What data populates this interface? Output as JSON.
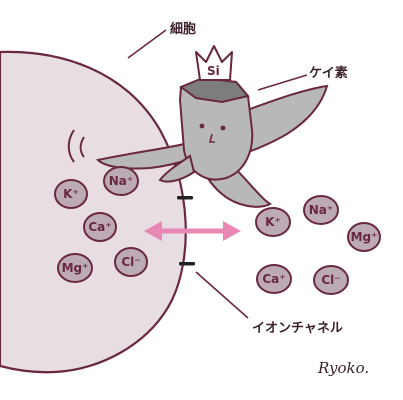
{
  "labels": {
    "cell": "細胞",
    "silicon": "ケイ素",
    "ion_channel": "イオンチャネル",
    "crown_symbol": "Si",
    "signature": "Ryoko."
  },
  "ions": [
    {
      "id": "k-in",
      "text": "K⁺"
    },
    {
      "id": "na-in",
      "text": "Na⁺"
    },
    {
      "id": "ca-in",
      "text": "Ca⁺"
    },
    {
      "id": "mg-in",
      "text": "Mg⁺"
    },
    {
      "id": "cl-in",
      "text": "Cl⁻"
    },
    {
      "id": "k-out",
      "text": "K⁺"
    },
    {
      "id": "na-out",
      "text": "Na⁺"
    },
    {
      "id": "mg-out",
      "text": "Mg⁺"
    },
    {
      "id": "ca-out",
      "text": "Ca⁺"
    },
    {
      "id": "cl-out",
      "text": "Cl⁻"
    }
  ],
  "colors": {
    "cell_fill": "#e7dde3",
    "outline": "#6a2840",
    "ion_fill": "#bcaab4",
    "silicon_body": "#b8b8b8",
    "silicon_top": "#7d7d7d",
    "arrow": "#e988b5",
    "channel": "#222222"
  }
}
